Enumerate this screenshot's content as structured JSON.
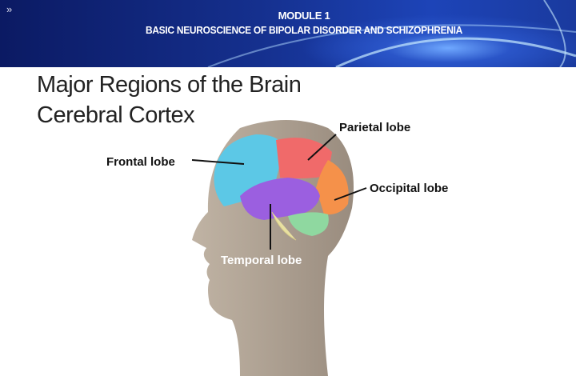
{
  "header": {
    "nav_icon": "»",
    "module": "MODULE 1",
    "subtitle": "BASIC NEUROSCIENCE OF BIPOLAR DISORDER AND SCHIZOPHRENIA"
  },
  "slide": {
    "title_line1": "Major Regions of the Brain",
    "title_line2": "Cerebral Cortex"
  },
  "labels": {
    "parietal": "Parietal lobe",
    "frontal": "Frontal lobe",
    "occipital": "Occipital lobe",
    "temporal": "Temporal lobe"
  }
}
